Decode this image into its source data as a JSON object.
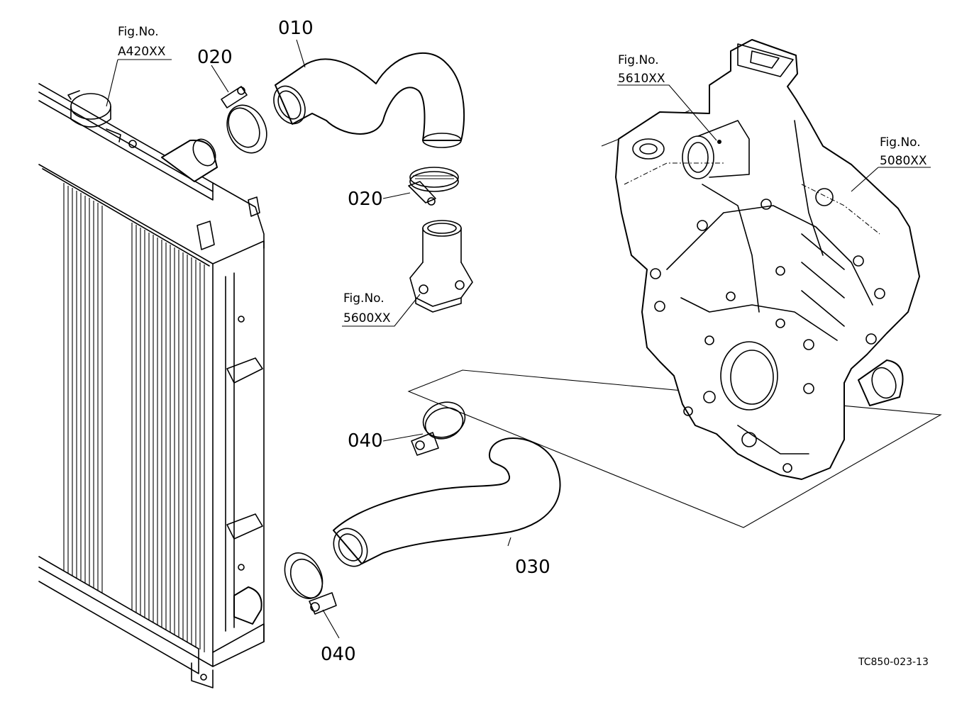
{
  "callouts": {
    "p010": "010",
    "p020_top": "020",
    "p020_mid": "020",
    "p030": "030",
    "p040_mid": "040",
    "p040_bottom": "040"
  },
  "figure_refs": {
    "a420": {
      "line1": "Fig.No.",
      "line2": "A420XX"
    },
    "f5600": {
      "line1": "Fig.No.",
      "line2": "5600XX"
    },
    "f5610": {
      "line1": "Fig.No.",
      "line2": "5610XX"
    },
    "f5080": {
      "line1": "Fig.No.",
      "line2": "5080XX"
    }
  },
  "drawing_code": "TC850-023-13"
}
